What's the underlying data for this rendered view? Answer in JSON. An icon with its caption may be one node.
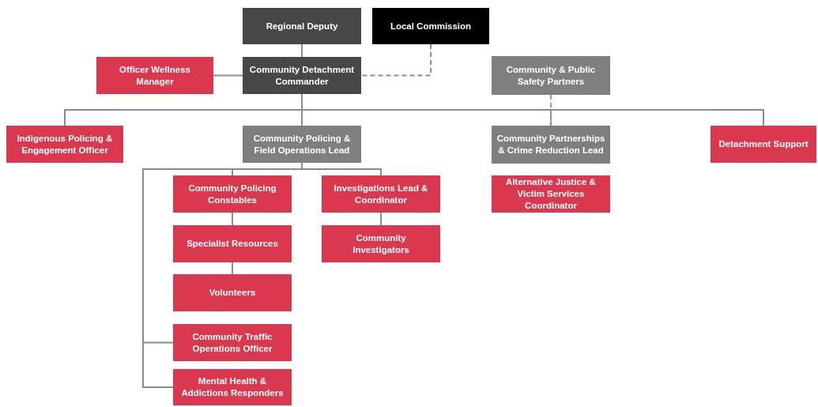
{
  "diagram": {
    "nodes": [
      {
        "text": [
          "Regional Deputy"
        ]
      },
      {
        "text": [
          "Local Commission"
        ]
      },
      {
        "text": [
          "Officer Wellness Manager"
        ]
      },
      {
        "text": [
          "Community Detachment Commander"
        ]
      },
      {
        "text": [
          "Community & Public Safety Partners"
        ]
      },
      {
        "text": [
          "Indigenous Policing & Engagement Officer"
        ]
      },
      {
        "text": [
          "Community Policing & Field Operations Lead"
        ]
      },
      {
        "text": [
          "Community Partnerships & Crime Reduction Lead"
        ]
      },
      {
        "text": [
          "Detachment Support"
        ]
      },
      {
        "text": [
          "Alternative Justice & Victim Services Coordinator"
        ]
      },
      {
        "text": [
          "Community Policing Constables"
        ]
      },
      {
        "text": [
          "Investigations Lead & Coordinator"
        ]
      },
      {
        "text": [
          "Specialist Resources"
        ]
      },
      {
        "text": [
          "Community Investigators"
        ]
      },
      {
        "text": [
          "Volunteers"
        ]
      },
      {
        "text": [
          "Community Traffic Operations Officer"
        ]
      },
      {
        "text": [
          "Mental Health & Addictions Responders"
        ]
      }
    ],
    "edges": [
      {
        "from": 0,
        "to": 3,
        "arrow": "none"
      },
      {
        "from": 1,
        "to": 3,
        "arrow": "none",
        "style": "dashed"
      },
      {
        "from": 2,
        "to": 3,
        "arrow": "none"
      },
      {
        "from": 3,
        "to": 5,
        "arrow": "none"
      },
      {
        "from": 3,
        "to": 6,
        "arrow": "none"
      },
      {
        "from": 3,
        "to": 7,
        "arrow": "none"
      },
      {
        "from": 3,
        "to": 8,
        "arrow": "none"
      },
      {
        "from": 4,
        "to": 7,
        "arrow": "none",
        "style": "dashed",
        "color": "#e07f92"
      },
      {
        "from": 6,
        "to": 10,
        "arrow": "none"
      },
      {
        "from": 6,
        "to": 11,
        "arrow": "none"
      },
      {
        "from": 6,
        "to": 15,
        "arrow": "none"
      },
      {
        "from": 6,
        "to": 16,
        "arrow": "none"
      },
      {
        "from": 10,
        "to": 12,
        "arrow": "none"
      },
      {
        "from": 12,
        "to": 14,
        "arrow": "none"
      },
      {
        "from": 11,
        "to": 13,
        "arrow": "none"
      }
    ]
  }
}
